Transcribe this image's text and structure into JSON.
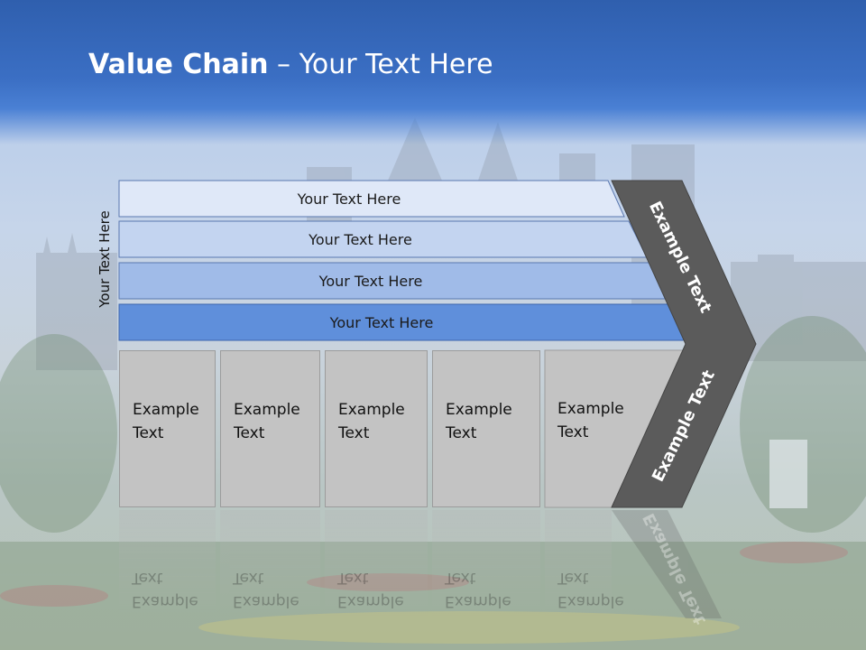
{
  "title": {
    "bold": "Value Chain",
    "rest": " – Your Text Here"
  },
  "side_label": "Your Text Here",
  "bars": [
    "Your Text Here",
    "Your Text Here",
    "Your Text Here",
    "Your Text Here"
  ],
  "boxes": [
    {
      "line1": "Example",
      "line2": "Text"
    },
    {
      "line1": "Example",
      "line2": "Text"
    },
    {
      "line1": "Example",
      "line2": "Text"
    },
    {
      "line1": "Example",
      "line2": "Text"
    },
    {
      "line1": "Example",
      "line2": "Text"
    }
  ],
  "chevron": {
    "upper_label": "Example Text",
    "lower_label": "Example Text"
  },
  "colors": {
    "header": "#3b6fc4",
    "bar1": "#dfe8f8",
    "bar2": "#c3d4f0",
    "bar3": "#a0bbe8",
    "bar4": "#5f8fdb",
    "box": "#c3c3c3",
    "chevron": "#5b5b5b"
  }
}
